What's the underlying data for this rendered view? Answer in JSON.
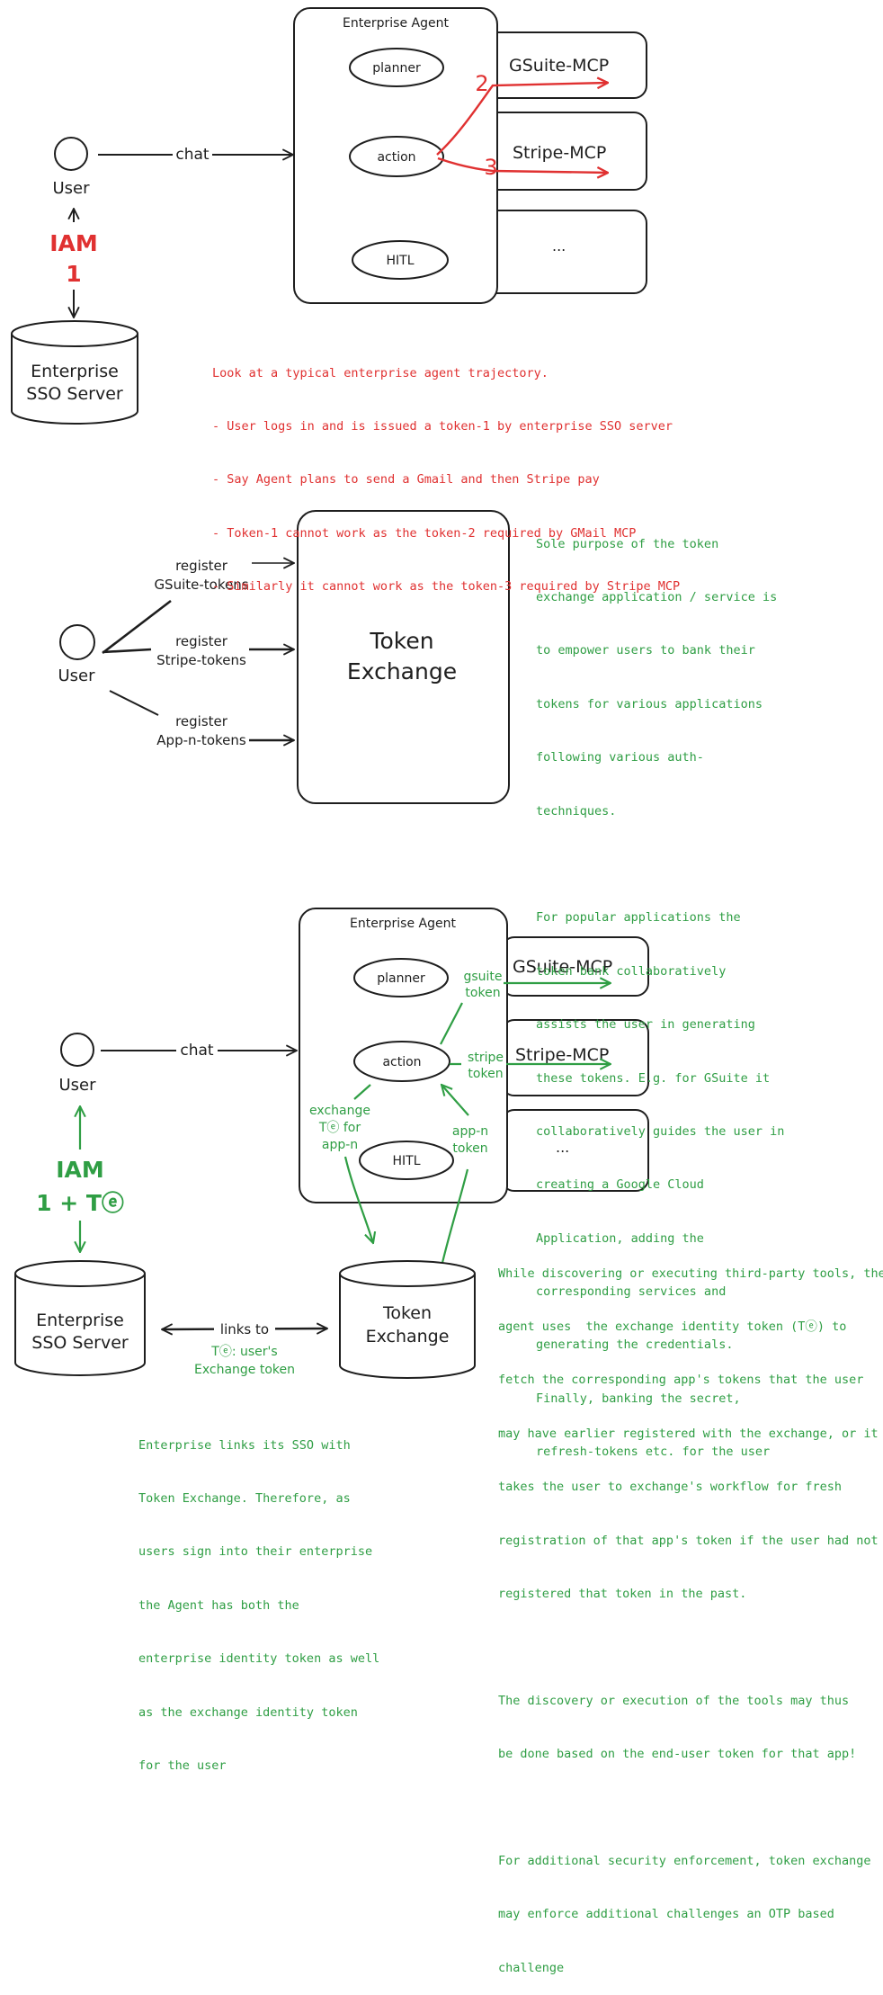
{
  "section1": {
    "agent_title": "Enterprise Agent",
    "planner": "planner",
    "action": "action",
    "hitl": "HITL",
    "mcp_gsuite": "GSuite-MCP",
    "mcp_stripe": "Stripe-MCP",
    "mcp_more": "...",
    "user": "User",
    "chat": "chat",
    "iam": "IAM",
    "iam_num": "1",
    "num2": "2",
    "num3": "3",
    "sso_line1": "Enterprise",
    "sso_line2": "SSO Server",
    "note_lines": [
      "Look at a typical enterprise agent trajectory.",
      "- User logs in and is issued a token-1 by enterprise SSO server",
      "- Say Agent plans to send a Gmail and then Stripe pay",
      "- Token-1 cannot work as the token-2 required by GMail MCP",
      "- Similarly it cannot work as the token-3 required by Stripe MCP"
    ]
  },
  "section2": {
    "user": "User",
    "reg1_line1": "register",
    "reg1_line2": "GSuite-tokens",
    "reg2_line1": "register",
    "reg2_line2": "Stripe-tokens",
    "reg3_line1": "register",
    "reg3_line2": "App-n-tokens",
    "te_line1": "Token",
    "te_line2": "Exchange",
    "note_lines": [
      "Sole purpose of the token",
      "exchange application / service is",
      "to empower users to bank their",
      "tokens for various applications",
      "following various auth-",
      "techniques.",
      "",
      "For popular applications the",
      "token bank collaboratively",
      "assists the user in generating",
      "these tokens. E.g. for GSuite it",
      "collaboratively guides the user in",
      "creating a Google Cloud",
      "Application, adding the",
      "corresponding services and",
      "generating the credentials.",
      "Finally, banking the secret,",
      "refresh-tokens etc. for the user"
    ]
  },
  "section3": {
    "agent_title": "Enterprise Agent",
    "planner": "planner",
    "action": "action",
    "hitl": "HITL",
    "mcp_gsuite": "GSuite-MCP",
    "mcp_stripe": "Stripe-MCP",
    "mcp_more": "...",
    "user": "User",
    "chat": "chat",
    "iam": "IAM",
    "iam_sub": "1 + Tⓔ",
    "gsuite_token_line1": "gsuite",
    "gsuite_token_line2": "token",
    "stripe_token_line1": "stripe",
    "stripe_token_line2": "token",
    "exchange_line1": "exchange",
    "exchange_line2": "Tⓔ for",
    "exchange_line3": "app-n",
    "appn_line1": "app-n",
    "appn_line2": "token",
    "sso_line1": "Enterprise",
    "sso_line2": "SSO Server",
    "te_line1": "Token",
    "te_line2": "Exchange",
    "links_to": "links to",
    "te_desc_line1": "Tⓔ: user's",
    "te_desc_line2": "Exchange token",
    "note_bottom_lines": [
      "Enterprise links its SSO with",
      "Token Exchange. Therefore, as",
      "users sign into their enterprise",
      "the Agent has both the",
      "enterprise identity token as well",
      "as the exchange identity token",
      "for the user"
    ],
    "note_right_lines": [
      "While discovering or executing third-party tools, the",
      "agent uses  the exchange identity token (Tⓔ) to",
      "fetch the corresponding app's tokens that the user",
      "may have earlier registered with the exchange, or it",
      "takes the user to exchange's workflow for fresh",
      "registration of that app's token if the user had not",
      "registered that token in the past.",
      "",
      "The discovery or execution of the tools may thus",
      "be done based on the end-user token for that app!",
      "",
      "For additional security enforcement, token exchange",
      "may enforce additional challenges an OTP based",
      "challenge"
    ]
  },
  "colors": {
    "ink": "#1e1e1e",
    "red": "#e03131",
    "green": "#2f9e44"
  }
}
